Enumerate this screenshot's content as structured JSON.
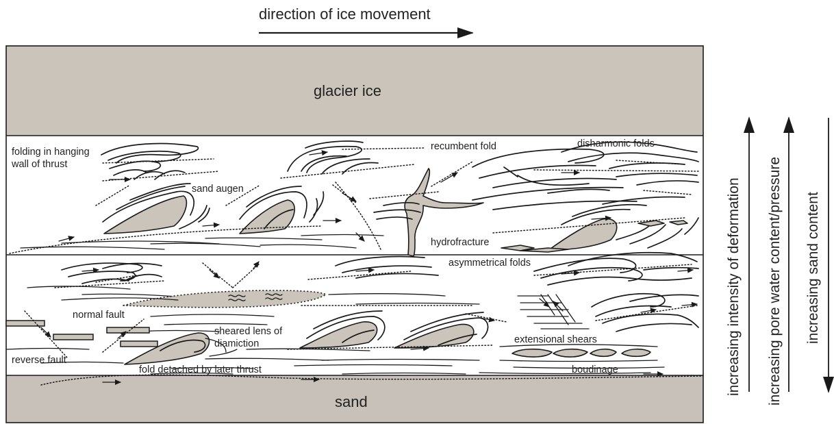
{
  "header": {
    "direction_label": "direction of ice movement"
  },
  "layers": {
    "glacier_ice": "glacier ice",
    "sand": "sand"
  },
  "labels": {
    "folding_line1": "folding in hanging",
    "folding_line2": "wall of thrust",
    "sand_augen": "sand augen",
    "recumbent_fold": "recumbent fold",
    "disharmonic_folds": "disharmonic folds",
    "hydrofracture": "hydrofracture",
    "asymmetrical_folds": "asymmetrical folds",
    "normal_fault": "normal fault",
    "sheared_lens_line1": "sheared lens of",
    "sheared_lens_line2": "diamiction",
    "extensional_shears": "extensional shears",
    "reverse_fault": "reverse fault",
    "fold_detached": "fold detached by later thrust",
    "boudinage": "boudinage"
  },
  "gradients": [
    {
      "label": "increasing intensity of deformation",
      "direction": "up"
    },
    {
      "label": "increasing pore water content/pressure",
      "direction": "up"
    },
    {
      "label": "increasing sand content",
      "direction": "down"
    }
  ],
  "colors": {
    "sand_fill": "#cbc4bb",
    "ice_fill": "#cbc4bb",
    "line": "#1a1a1a",
    "background": "#ffffff"
  }
}
